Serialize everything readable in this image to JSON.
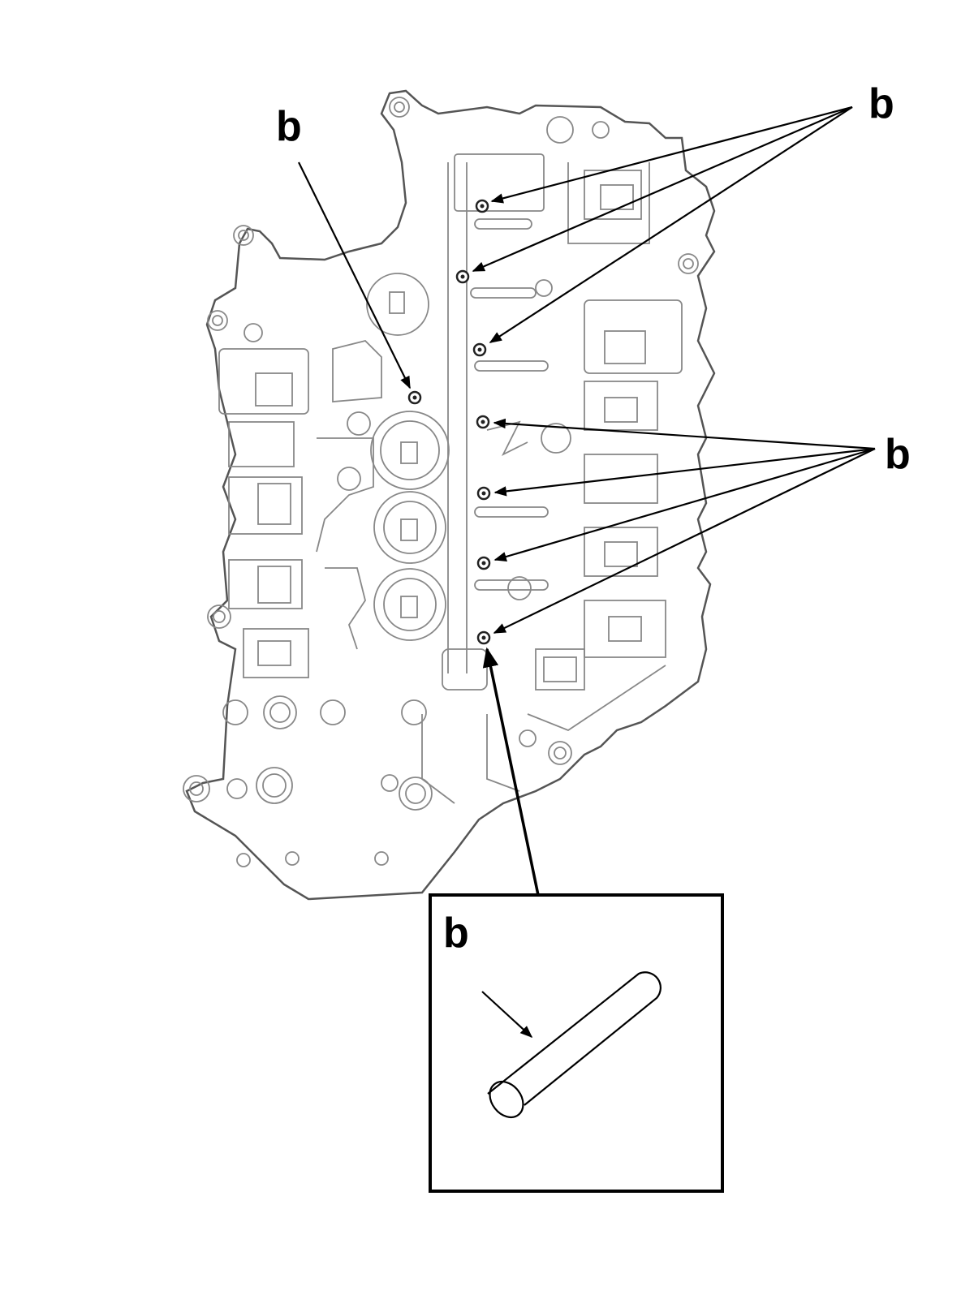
{
  "callouts": {
    "top_left": "b",
    "top_right": "b",
    "mid_right": "b",
    "inset": "b"
  },
  "colors": {
    "line": "#000000",
    "drawing": "#666666",
    "background": "#ffffff"
  },
  "pin_count": 8
}
